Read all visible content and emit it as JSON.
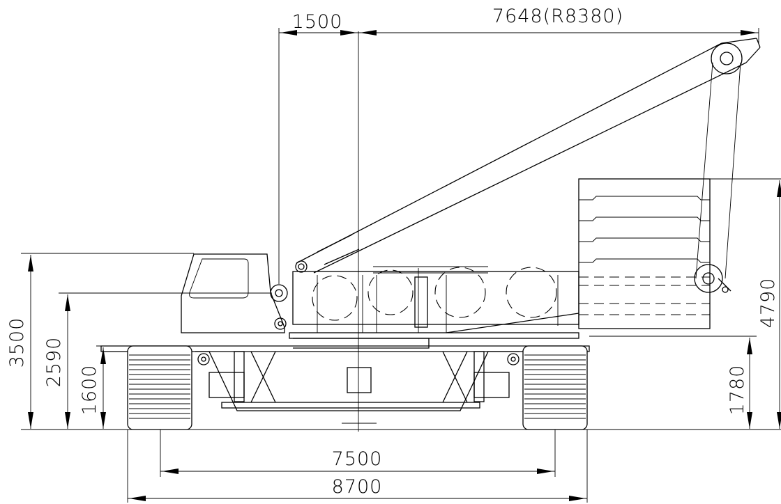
{
  "dimensions": {
    "boom_pivot_offset": "1500",
    "boom_reach": "7648(R8380)",
    "overall_height": "3500",
    "cab_pivot_height": "2590",
    "track_height": "1600",
    "counterweight_height": "4790",
    "track_clearance_right": "1780",
    "track_center_distance": "7500",
    "overall_width": "8700"
  }
}
